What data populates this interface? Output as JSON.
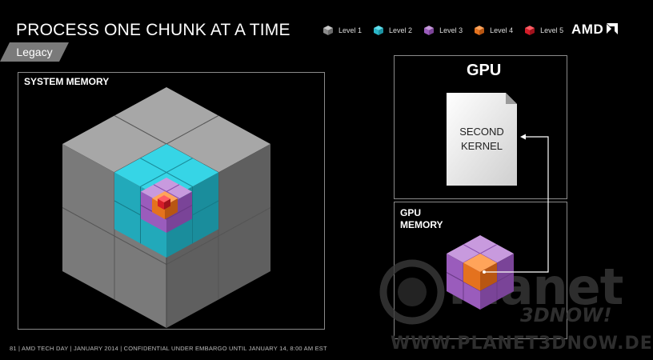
{
  "header": {
    "title": "PROCESS ONE CHUNK AT A TIME",
    "tag": "Legacy",
    "logo": "AMD"
  },
  "legend": [
    {
      "label": "Level 1",
      "color": "#9a9a9a"
    },
    {
      "label": "Level 2",
      "color": "#2ec9dc"
    },
    {
      "label": "Level 3",
      "color": "#a66ac4"
    },
    {
      "label": "Level 4",
      "color": "#f07a22"
    },
    {
      "label": "Level 5",
      "color": "#e0202c"
    }
  ],
  "panels": {
    "system_memory": "SYSTEM MEMORY",
    "gpu": "GPU",
    "gpu_memory_line1": "GPU",
    "gpu_memory_line2": "MEMORY",
    "kernel_line1": "SECOND",
    "kernel_line2": "KERNEL"
  },
  "footer": "81  |  AMD TECH DAY  |  JANUARY 2014  |  CONFIDENTIAL UNDER EMBARGO UNTIL JANUARY 14, 8:00 AM EST",
  "watermark": {
    "word": "Planet",
    "sub": "3DNOW!",
    "url": "WWW.PLANET3DNOW.DE"
  }
}
